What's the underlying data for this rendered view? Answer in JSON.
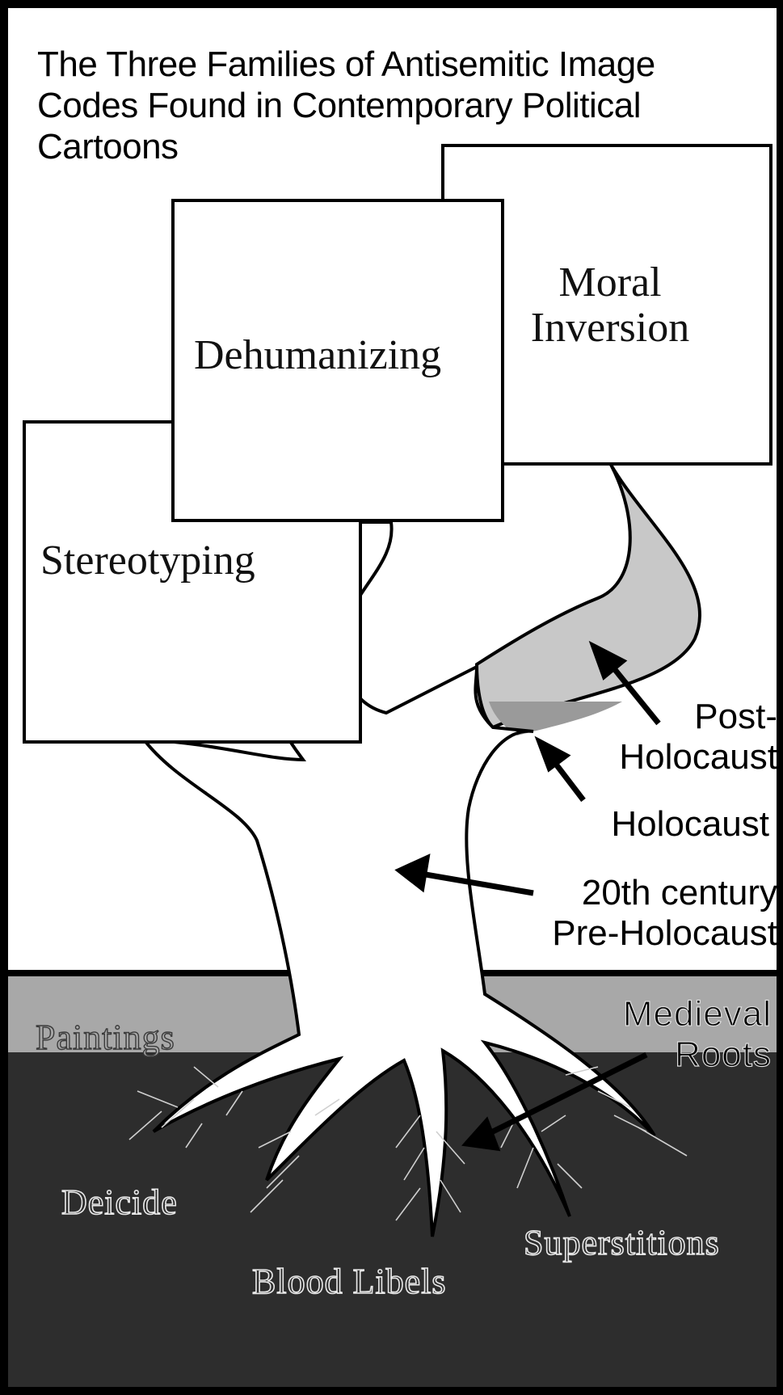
{
  "title": "The Three Families of Antisemitic Image Codes Found in Contemporary Political Cartoons",
  "boxes": {
    "stereotyping": "Stereotyping",
    "dehumanizing": "Dehumanizing",
    "moral_inversion": "Moral Inversion"
  },
  "eras": {
    "post_holocaust_line1": "Post-",
    "post_holocaust_line2": "Holocaust",
    "holocaust": "Holocaust",
    "pre_holocaust_line1": "20th century",
    "pre_holocaust_line2": "Pre-Holocaust"
  },
  "roots": {
    "paintings": "Paintings",
    "medieval_line1": "Medieval",
    "medieval_line2": "Roots",
    "deicide": "Deicide",
    "blood_libels": "Blood Libels",
    "superstitions": "Superstitions"
  },
  "colors": {
    "ground_band": "#a8a8a8",
    "ground_dark": "#2d2d2d",
    "branch_fill": "#c8c8c8",
    "outline": "#000000"
  }
}
